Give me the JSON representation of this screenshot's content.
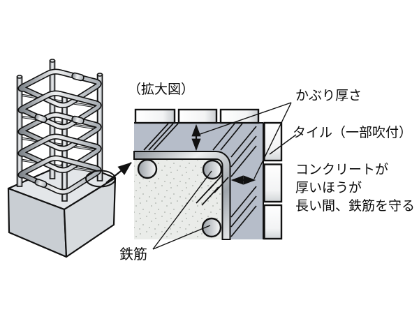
{
  "diagram": {
    "labels": {
      "enlarged_view": "（拡大図）",
      "cover_thickness": "かぶり厚さ",
      "tile": "タイル（一部吹付）",
      "rebar": "鉄筋",
      "note_lines": [
        "コンクリートが",
        "厚いほうが",
        "長い間、鉄筋を守る"
      ]
    },
    "icons": {
      "zoom_arrow": "arrow-up-right",
      "cover_dimension_vertical": "double-headed-arrow-vertical",
      "cover_dimension_horizontal": "double-headed-arrow-horizontal",
      "highlight": "ellipse-outline"
    },
    "colors": {
      "background": "#ffffff",
      "cover_concrete": "#b6bdc9",
      "inner_concrete": "#eaece9",
      "stipple_dot": "#a8aea8",
      "steel_dark": "#7f858b",
      "steel_light": "#eff0f1",
      "tile_light": "#ffffff",
      "tile_shade": "#c9cdd0",
      "cube_top": "#e3e6e9",
      "cube_left": "#c9ced3",
      "cube_right": "#d7dbde",
      "outline": "#111111"
    }
  }
}
